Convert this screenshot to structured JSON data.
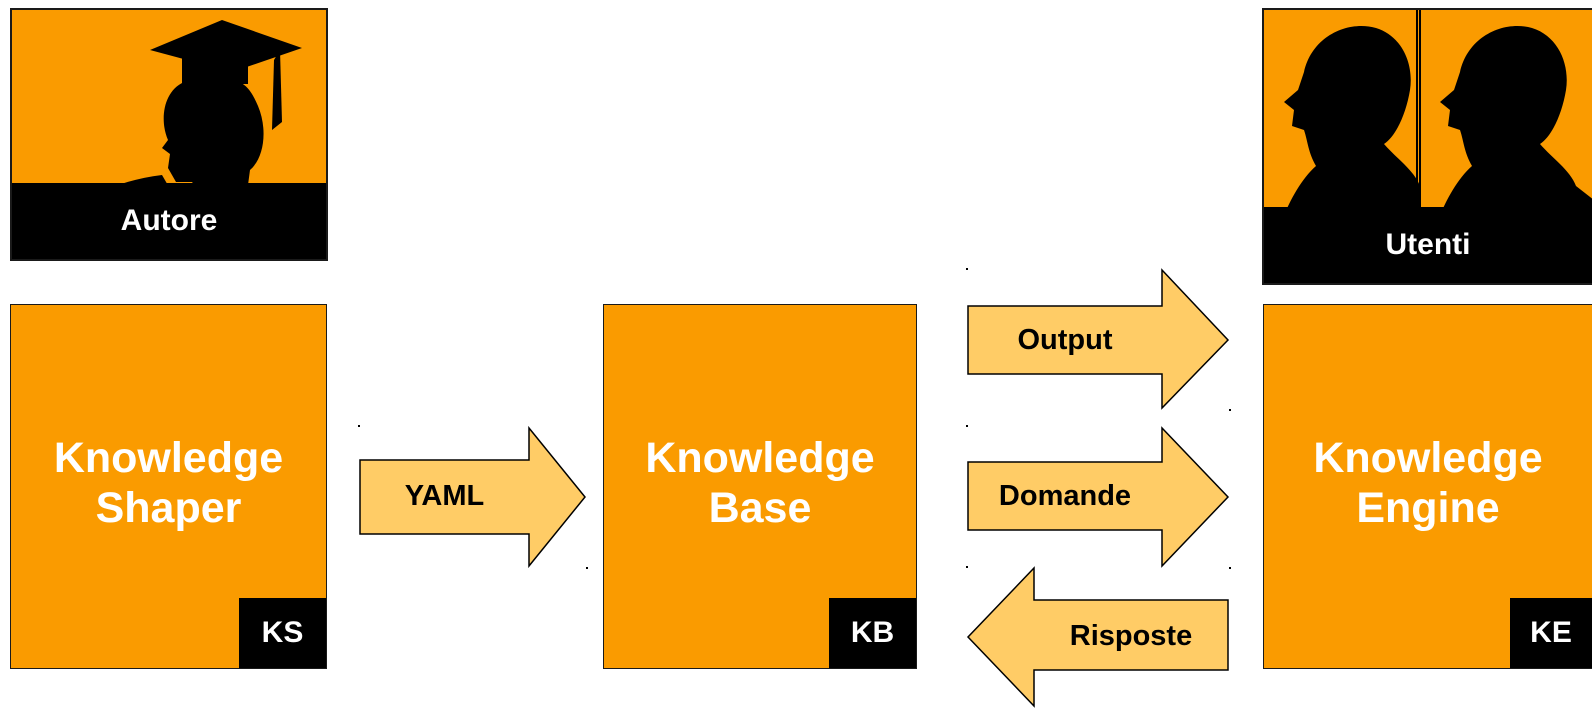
{
  "colors": {
    "box": "#FA9B00",
    "arrow": "#FFCC66",
    "tag": "#000000",
    "text_on_box": "#FFFFFF"
  },
  "actors": {
    "author": {
      "label": "Autore",
      "icon": "graduate-silhouette-icon"
    },
    "users": {
      "label": "Utenti",
      "icon": "person-silhouette-icon"
    }
  },
  "components": {
    "shaper": {
      "title_line1": "Knowledge",
      "title_line2": "Shaper",
      "tag": "KS"
    },
    "base": {
      "title_line1": "Knowledge",
      "title_line2": "Base",
      "tag": "KB"
    },
    "engine": {
      "title_line1": "Knowledge",
      "title_line2": "Engine",
      "tag": "KE"
    }
  },
  "arrows": {
    "yaml": {
      "label": "YAML",
      "direction": "right"
    },
    "output": {
      "label": "Output",
      "direction": "right"
    },
    "domande": {
      "label": "Domande",
      "direction": "right"
    },
    "risposte": {
      "label": "Risposte",
      "direction": "left"
    }
  }
}
